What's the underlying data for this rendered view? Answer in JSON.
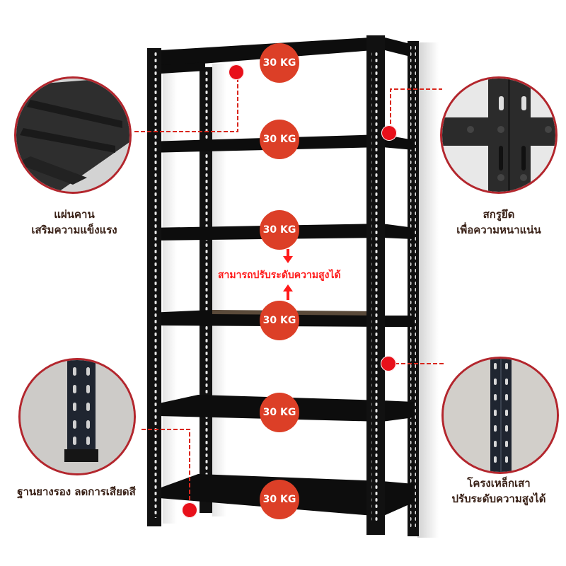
{
  "load_badges": [
    {
      "label": "30 KG",
      "shelf": 1
    },
    {
      "label": "30 KG",
      "shelf": 2
    },
    {
      "label": "30 KG",
      "shelf": 3
    },
    {
      "label": "30 KG",
      "shelf": 4
    },
    {
      "label": "30 KG",
      "shelf": 5
    },
    {
      "label": "30 KG",
      "shelf": 6
    }
  ],
  "adjust_label": "สามารถปรับระดับความสูงได้",
  "callouts": {
    "top_left": {
      "line1": "แผ่นคาน",
      "line2": "เสริมความแข็งแรง",
      "icon": "shelf-beam-closeup"
    },
    "top_right": {
      "line1": "สกรูยึด",
      "line2": "เพื่อความหนาแน่น",
      "icon": "bolt-joint-closeup"
    },
    "bottom_left": {
      "line1": "ฐานยางรอง ลดการเสียดสี",
      "icon": "rubber-foot-closeup"
    },
    "bottom_right": {
      "line1": "โครงเหล็กเสา",
      "line2": "ปรับระดับความสูงได้",
      "icon": "perforated-post-closeup"
    }
  },
  "colors": {
    "badge": "#dc3f27",
    "dot": "#e8101a",
    "circle_border": "#b3262d",
    "caption": "#3a2218",
    "adjust_text": "#ff1a1a",
    "steel": "#111111"
  }
}
